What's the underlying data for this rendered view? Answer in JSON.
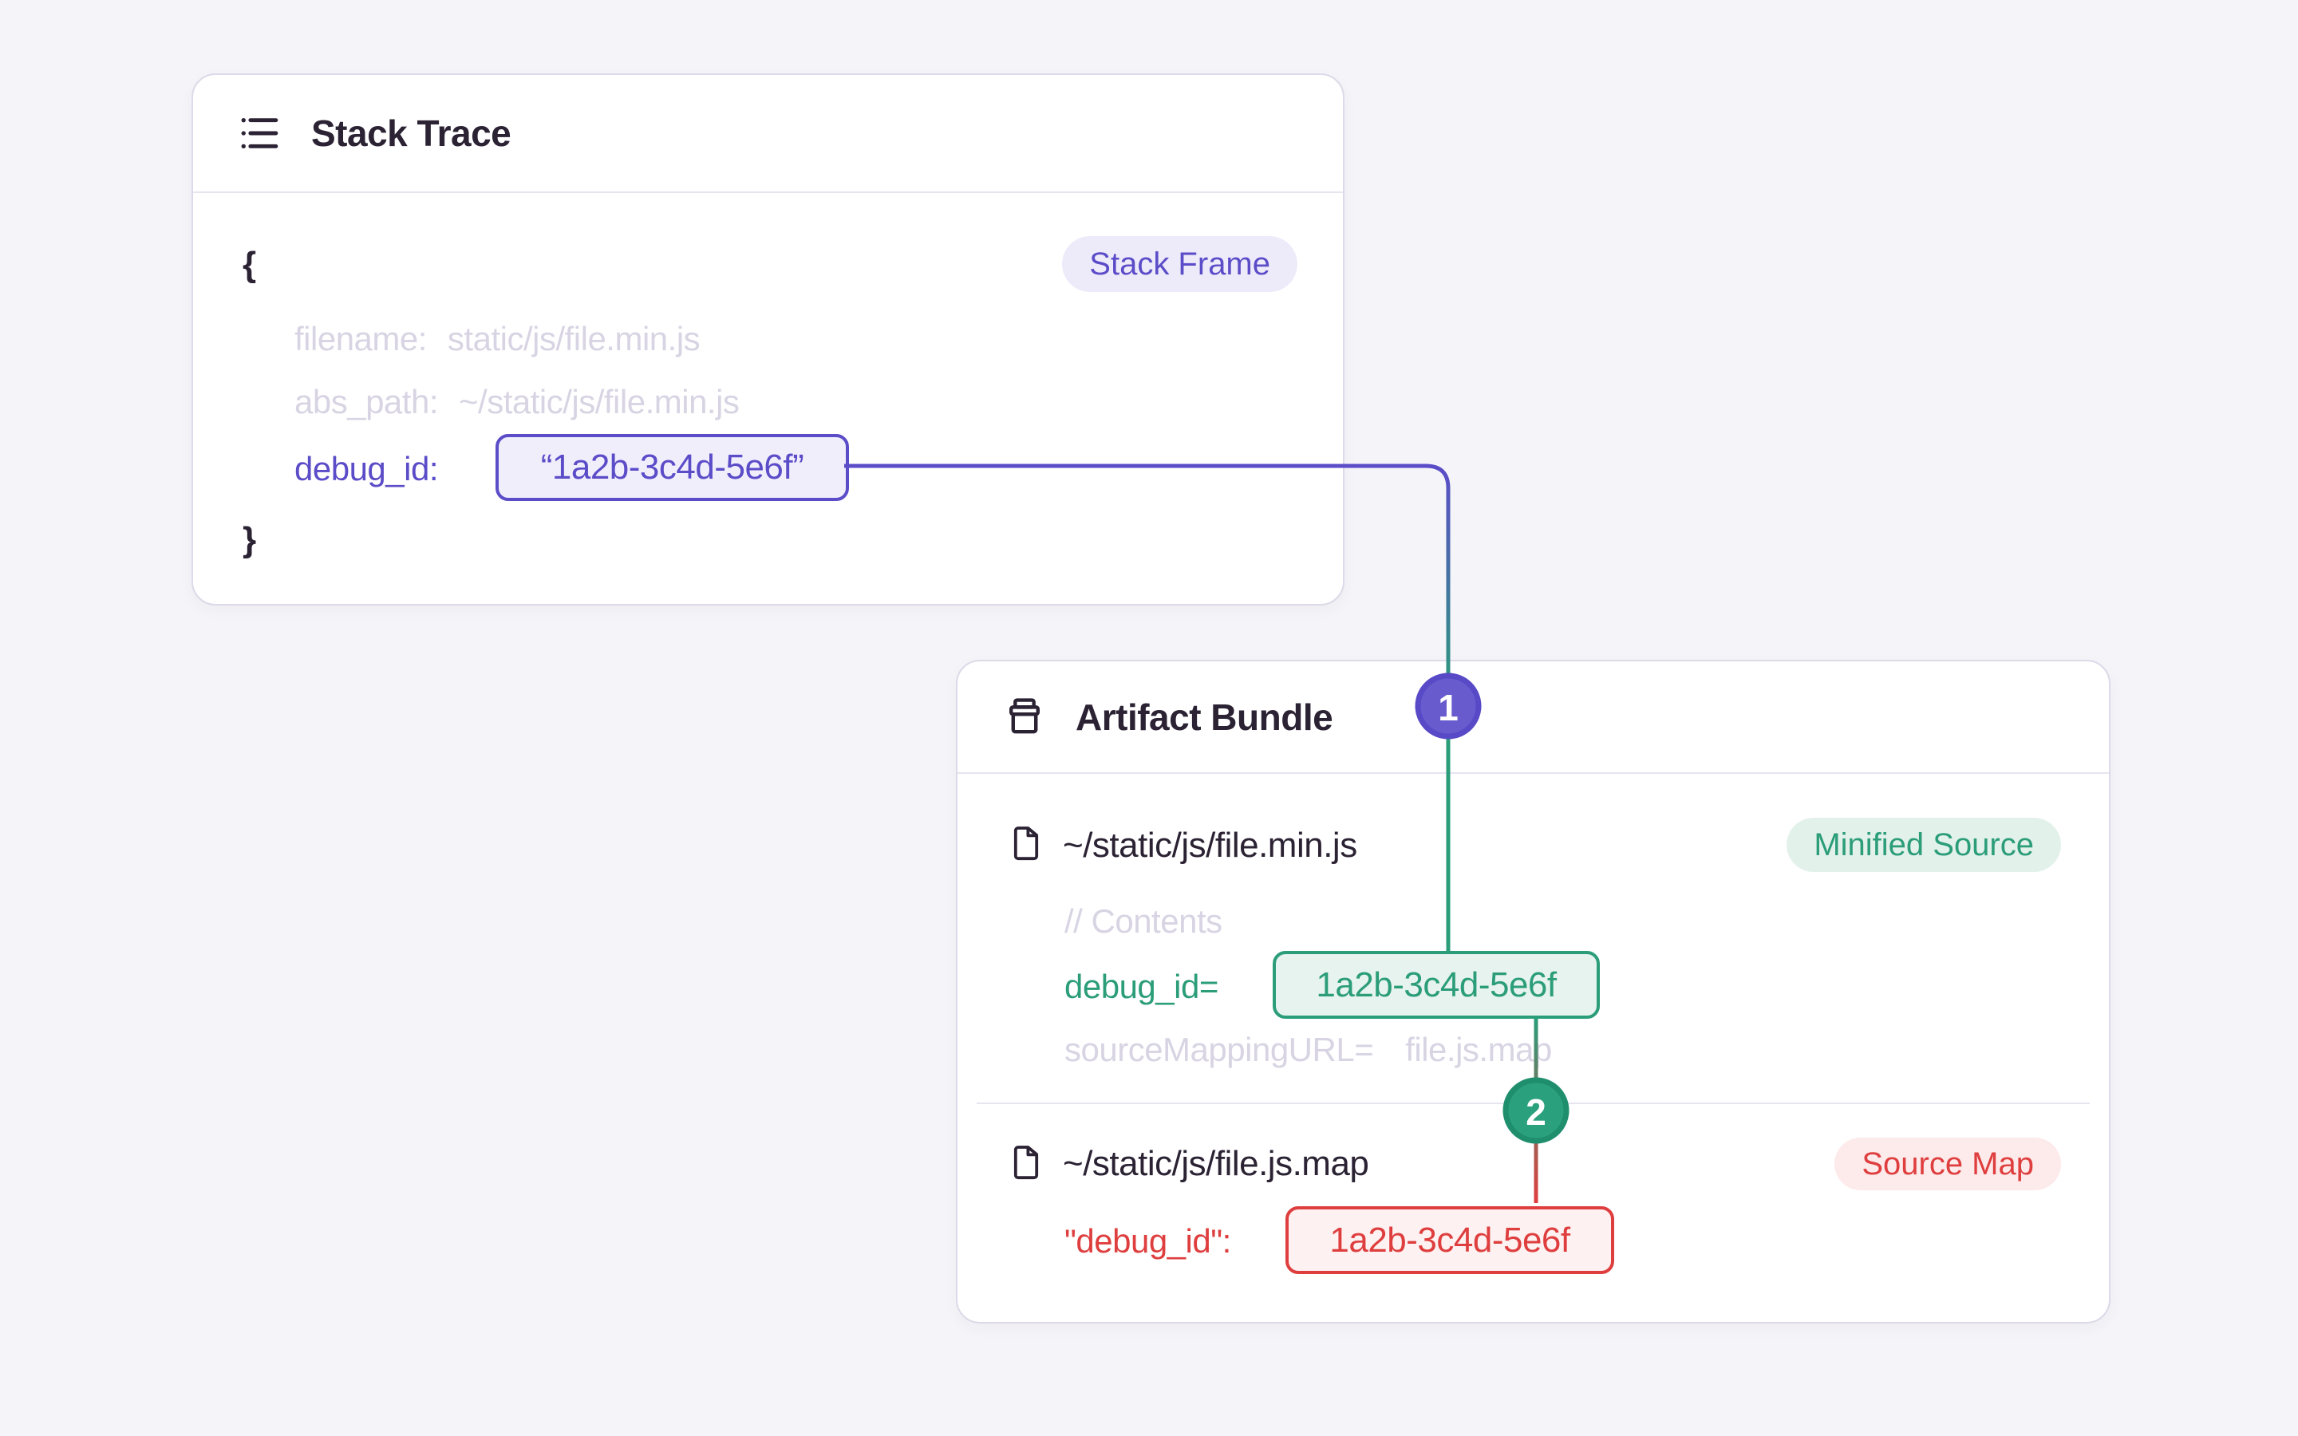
{
  "colors": {
    "background": "#f5f5f9",
    "card_border": "#ddd9e8",
    "dark_text": "#2b2233",
    "muted_text": "#d8d4e3",
    "indigo_accent": "#5b4cc8",
    "indigo_badge_bg": "#edebfa",
    "green_accent": "#2b9d79",
    "green_badge_bg": "#e3f1eb",
    "red_accent": "#df3e3e",
    "red_badge_bg": "#fdeaea",
    "step1_circle": "#675bce",
    "step2_circle": "#2aa07d"
  },
  "stack_trace": {
    "title": "Stack Trace",
    "badge": "Stack Frame",
    "brace_open": "{",
    "brace_close": "}",
    "fields": [
      {
        "key": "filename:",
        "value": "static/js/file.min.js"
      },
      {
        "key": "abs_path:",
        "value": "~/static/js/file.min.js"
      }
    ],
    "debug": {
      "key": "debug_id:",
      "value": "“1a2b-3c4d-5e6f”"
    }
  },
  "artifact_bundle": {
    "title": "Artifact Bundle",
    "minified": {
      "path": "~/static/js/file.min.js",
      "badge": "Minified Source",
      "comment": "// Contents",
      "debug_key": "debug_id=",
      "debug_value": "1a2b-3c4d-5e6f",
      "mapping_key": "sourceMappingURL=",
      "mapping_value": "file.js.map"
    },
    "sourcemap": {
      "path": "~/static/js/file.js.map",
      "badge": "Source Map",
      "debug_key": "\"debug_id\":",
      "debug_value": "1a2b-3c4d-5e6f"
    }
  },
  "connectors": {
    "step1": "1",
    "step2": "2"
  }
}
